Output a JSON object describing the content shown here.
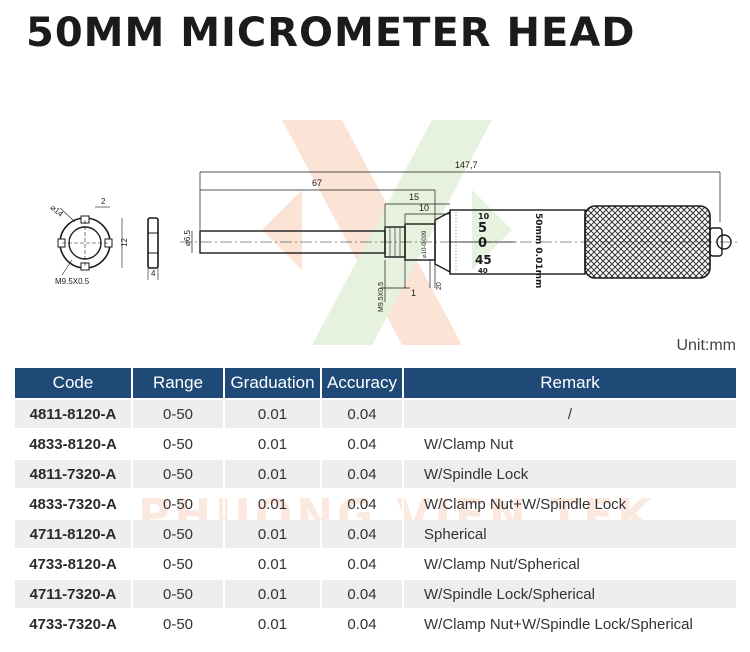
{
  "title": "50MM MICROMETER HEAD",
  "unit_label": "Unit:mm",
  "watermark_text": "PHUONG VIEN TEK",
  "drawing": {
    "dim_total": "147,7",
    "dim_67": "67",
    "dim_15": "15",
    "dim_10": "10",
    "dim_1": "1",
    "dim_20": "20",
    "nut_dia": "⌀14",
    "nut_slot": "2",
    "nut_height": "12",
    "nut_thread": "M9.5X0.5",
    "nut_thickness": "4",
    "spindle_dia": "⌀6.5",
    "stem_dia": "⌀10-0.009",
    "stem_thread": "M9.5X0.5",
    "scale_top": "10",
    "scale_5": "5",
    "scale_0": "0",
    "scale_45": "45",
    "scale_40": "40",
    "thimble_text": "50mm 0.01mm",
    "colors": {
      "line": "#1a1a1a",
      "knurl": "#333333",
      "wm_orange": "#f3a070",
      "wm_green": "#a9cf8a"
    }
  },
  "table": {
    "headers": [
      "Code",
      "Range",
      "Graduation",
      "Accuracy",
      "Remark"
    ],
    "header_color": "#1f4a78",
    "rows": [
      {
        "code": "4811-8120-A",
        "range": "0-50",
        "graduation": "0.01",
        "accuracy": "0.04",
        "remark": "/"
      },
      {
        "code": "4833-8120-A",
        "range": "0-50",
        "graduation": "0.01",
        "accuracy": "0.04",
        "remark": "W/Clamp Nut"
      },
      {
        "code": "4811-7320-A",
        "range": "0-50",
        "graduation": "0.01",
        "accuracy": "0.04",
        "remark": "W/Spindle Lock"
      },
      {
        "code": "4833-7320-A",
        "range": "0-50",
        "graduation": "0.01",
        "accuracy": "0.04",
        "remark": "W/Clamp Nut+W/Spindle Lock"
      },
      {
        "code": "4711-8120-A",
        "range": "0-50",
        "graduation": "0.01",
        "accuracy": "0.04",
        "remark": "Spherical"
      },
      {
        "code": "4733-8120-A",
        "range": "0-50",
        "graduation": "0.01",
        "accuracy": "0.04",
        "remark": "W/Clamp Nut/Spherical"
      },
      {
        "code": "4711-7320-A",
        "range": "0-50",
        "graduation": "0.01",
        "accuracy": "0.04",
        "remark": "W/Spindle Lock/Spherical"
      },
      {
        "code": "4733-7320-A",
        "range": "0-50",
        "graduation": "0.01",
        "accuracy": "0.04",
        "remark": "W/Clamp Nut+W/Spindle Lock/Spherical"
      }
    ]
  }
}
